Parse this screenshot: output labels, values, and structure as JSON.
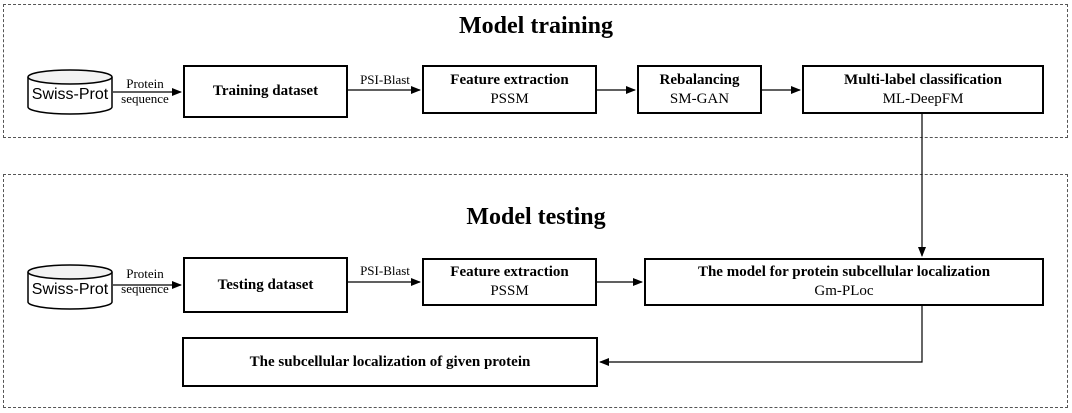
{
  "training": {
    "title": "Model training",
    "database": "Swiss-Prot",
    "input_label_line1": "Protein",
    "input_label_line2": "sequence",
    "dataset": "Training dataset",
    "psi_blast": "PSI-Blast",
    "feature_title": "Feature extraction",
    "feature_method": "PSSM",
    "rebalance_title": "Rebalancing",
    "rebalance_method": "SM-GAN",
    "classification_title": "Multi-label classification",
    "classification_method": "ML-DeepFM"
  },
  "testing": {
    "title": "Model testing",
    "database": "Swiss-Prot",
    "input_label_line1": "Protein",
    "input_label_line2": "sequence",
    "dataset": "Testing dataset",
    "psi_blast": "PSI-Blast",
    "feature_title": "Feature extraction",
    "feature_method": "PSSM",
    "model_title": "The model for protein subcellular localization",
    "model_name": "Gm-PLoc",
    "output": "The subcellular localization of given protein"
  }
}
